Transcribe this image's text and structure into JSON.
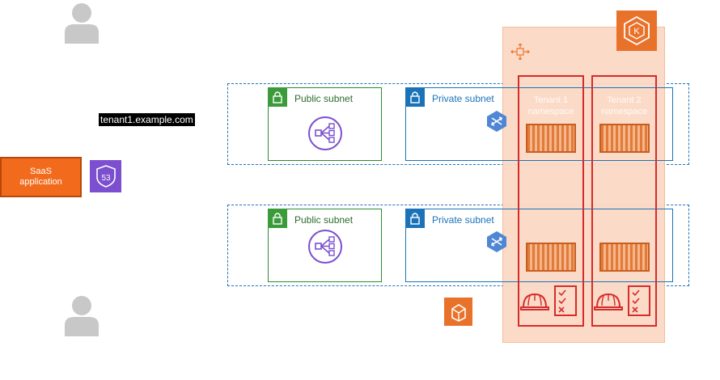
{
  "tenant_domain": "tenant1.example.com",
  "saas_app": {
    "line1": "SaaS",
    "line2": "application"
  },
  "route53_label": "53",
  "subnets": {
    "public_label": "Public subnet",
    "private_label": "Private subnet"
  },
  "eks_logo_letter": "K",
  "namespaces": [
    {
      "line1": "Tenant 1",
      "line2": "namespace"
    },
    {
      "line1": "Tenant 2",
      "line2": "namespace"
    }
  ],
  "icons": [
    "user-icon",
    "route53-icon",
    "load-balancer-icon",
    "router-icon",
    "container-pod-icon",
    "eks-icon",
    "ecr-icon",
    "hardhat-icon",
    "checklist-icon",
    "lock-icon"
  ],
  "colors": {
    "saas": "#f26b1d",
    "public_subnet": "#2e8b2e",
    "private_subnet": "#1a73b8",
    "namespace": "#d62b2b",
    "cluster": "#fbd9c4"
  }
}
